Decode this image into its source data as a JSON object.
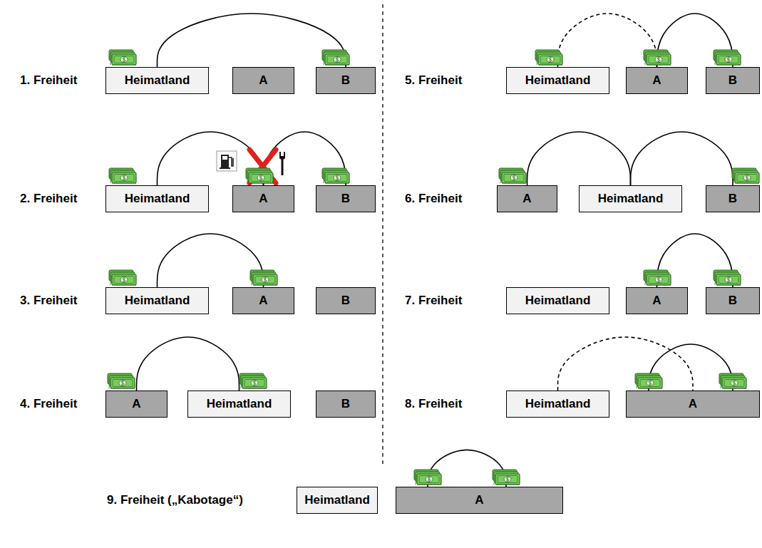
{
  "diagram": {
    "nodes": [
      {
        "text": [
          "Heimatland"
        ]
      },
      {
        "text": [
          "A"
        ]
      },
      {
        "text": [
          "B"
        ]
      },
      {
        "text": [
          "Heimatland"
        ]
      },
      {
        "text": [
          "A"
        ]
      },
      {
        "text": [
          "B"
        ]
      },
      {
        "text": [
          "Heimatland"
        ]
      },
      {
        "text": [
          "A"
        ]
      },
      {
        "text": [
          "B"
        ]
      },
      {
        "text": [
          "A"
        ]
      },
      {
        "text": [
          "Heimatland"
        ]
      },
      {
        "text": [
          "B"
        ]
      },
      {
        "text": [
          "Heimatland"
        ]
      },
      {
        "text": [
          "A"
        ]
      },
      {
        "text": [
          "B"
        ]
      },
      {
        "text": [
          "Heimatland"
        ]
      },
      {
        "text": [
          "A"
        ]
      },
      {
        "text": [
          "B"
        ]
      },
      {
        "text": [
          "A"
        ]
      },
      {
        "text": [
          "Heimatland"
        ]
      },
      {
        "text": [
          "B"
        ]
      },
      {
        "text": [
          "Heimatland"
        ]
      },
      {
        "text": [
          "A"
        ]
      },
      {
        "text": [
          "Heimatland"
        ]
      },
      {
        "text": [
          "A"
        ]
      }
    ],
    "edges": [
      {
        "from": 0,
        "to": 2,
        "arrow": "none"
      },
      {
        "from": 3,
        "to": 4,
        "arrow": "none"
      },
      {
        "from": 4,
        "to": 5,
        "arrow": "none"
      },
      {
        "from": 6,
        "to": 7,
        "arrow": "none"
      },
      {
        "from": 7,
        "to": 8,
        "arrow": "none"
      },
      {
        "from": 9,
        "to": 10,
        "arrow": "none"
      },
      {
        "from": 10,
        "to": 11,
        "arrow": "none"
      },
      {
        "from": 12,
        "to": 13,
        "arrow": "none"
      },
      {
        "from": 16,
        "to": 17,
        "arrow": "none"
      },
      {
        "from": 18,
        "to": 19,
        "arrow": "none"
      },
      {
        "from": 21,
        "to": 22,
        "arrow": "none"
      }
    ],
    "labels": [
      "1. Freiheit",
      "5. Freiheit",
      "2. Freiheit",
      "6. Freiheit",
      "3. Freiheit",
      "7. Freiheit",
      "4. Freiheit",
      "8. Freiheit",
      "9. Freiheit („Kabotage“)"
    ]
  }
}
